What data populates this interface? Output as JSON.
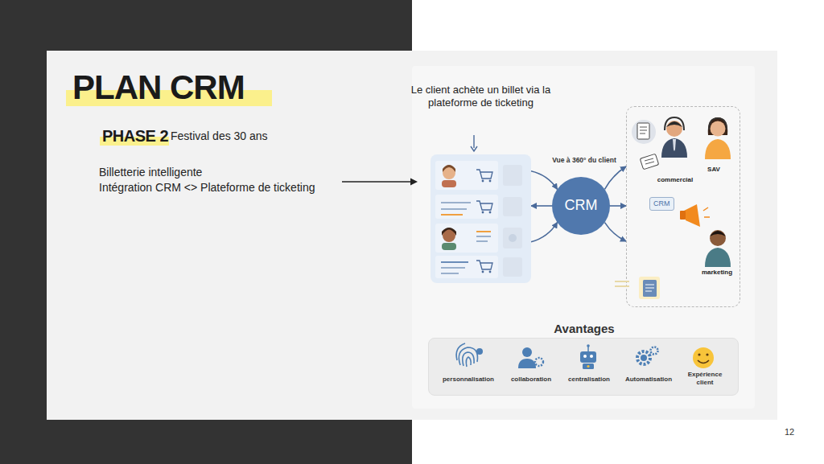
{
  "diagram": {
    "title": "PLAN CRM",
    "nodes": [
      {
        "text": [
          "Le client achète un billet via la plateforme de ticketing"
        ]
      },
      {
        "text": [
          "CRM"
        ]
      },
      {
        "text": [
          "SAV",
          "commercial",
          "CRM",
          "marketing"
        ]
      },
      {
        "text": [
          "Avantages",
          "personnalisation",
          "collaboration",
          "centralisation",
          "Automatisation",
          "Expérience client"
        ]
      }
    ],
    "edges": [
      {
        "from": 0,
        "to": 1,
        "arrow": "to"
      },
      {
        "from": 1,
        "to": 0,
        "arrow": "to"
      },
      {
        "from": 0,
        "to": 1,
        "arrow": "to"
      },
      {
        "from": 1,
        "to": 2,
        "arrow": "to"
      },
      {
        "from": 1,
        "to": 2,
        "arrow": "to"
      },
      {
        "from": 1,
        "to": 2,
        "arrow": "to"
      }
    ],
    "labels": [
      "PHASE 2",
      "Festival des 30 ans",
      "Billetterie intelligente",
      "Intégration CRM <> Plateforme de ticketing",
      "Vue à 360° du client",
      "12"
    ]
  }
}
